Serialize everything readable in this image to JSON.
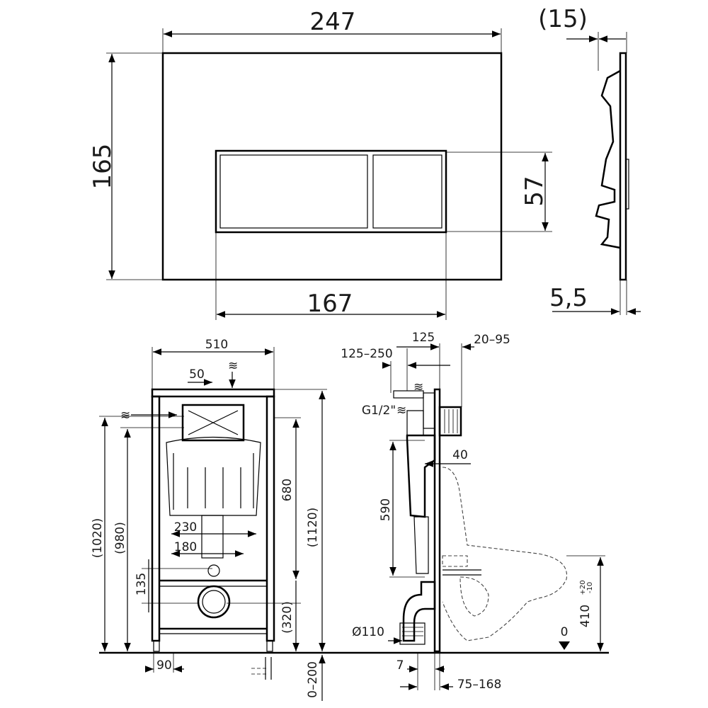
{
  "flush_plate": {
    "width": "247",
    "depth": "(15)",
    "height": "165",
    "button_height": "57",
    "button_width": "167",
    "plate_thickness": "5,5"
  },
  "frame_front": {
    "width": "510",
    "offset_50": "50",
    "height_1020": "(1020)",
    "height_980": "(980)",
    "height_680": "680",
    "height_1120": "(1120)",
    "spacing_230": "230",
    "spacing_180": "180",
    "height_135": "135",
    "height_320": "(320)",
    "foot_90": "90",
    "foot_adjust": "0–200"
  },
  "frame_side": {
    "depth_125": "125",
    "depth_20_95": "20–95",
    "depth_125_250": "125–250",
    "inlet": "G1/2\"",
    "offset_40": "40",
    "height_590": "590",
    "drain": "Ø110",
    "offset_7": "7",
    "offset_75_168": "75–168",
    "seat_height": "410",
    "seat_tol_plus": "+20",
    "seat_tol_minus": "-10",
    "floor_level": "0"
  }
}
